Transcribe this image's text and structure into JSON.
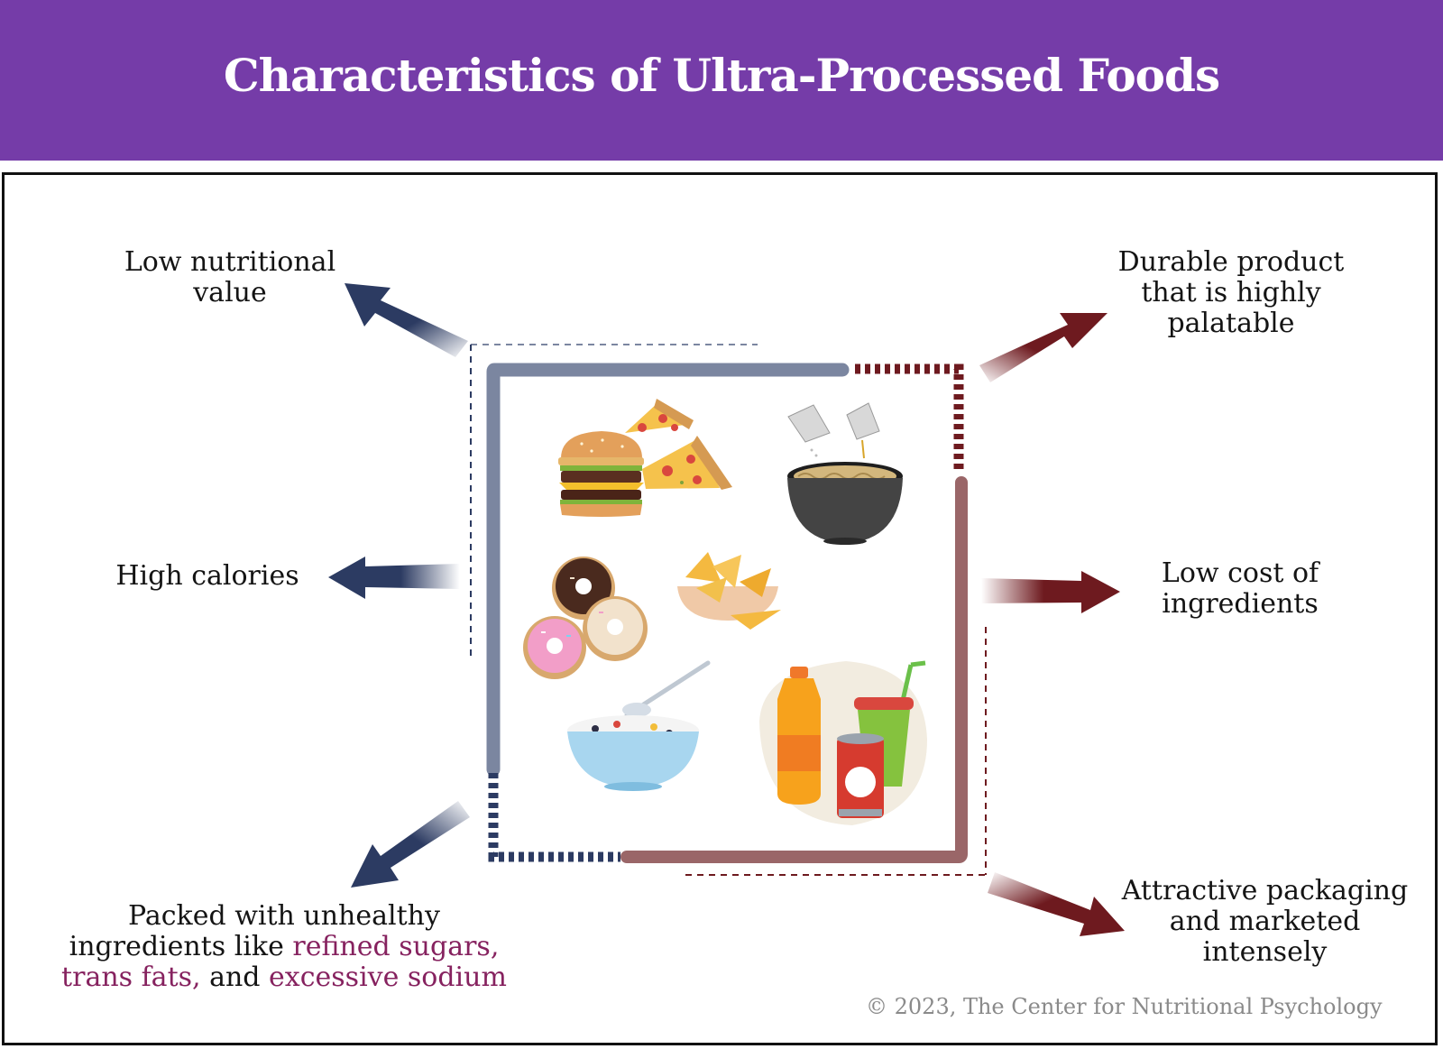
{
  "title": "Characteristics of  Ultra-Processed Foods",
  "left": {
    "top_label": [
      "Low nutritional",
      "value"
    ],
    "mid_label": "High calories",
    "bottom_label": {
      "line1": "Packed with unhealthy",
      "line2_prefix": "ingredients like ",
      "line2_highlight": "refined sugars,",
      "line3_highlight1": "trans fats,",
      "line3_mid": " and ",
      "line3_highlight2": "excessive sodium"
    }
  },
  "right": {
    "top_label": [
      "Durable product",
      "that is highly",
      "palatable"
    ],
    "mid_label": [
      "Low cost of",
      "ingredients"
    ],
    "bottom_label": [
      "Attractive packaging",
      "and marketed",
      "intensely"
    ]
  },
  "copyright": "© 2023, The Center for Nutritional Psychology",
  "colors": {
    "header": "#753ca8",
    "navy_arrow": "#2c3b62",
    "maroon_arrow": "#6e1a1f",
    "highlight": "#86225f",
    "slate_bracket": "#7b86a0",
    "rose_bracket": "#9a6668"
  },
  "icons": [
    "burger-icon",
    "pizza-icon",
    "instant-noodles-icon",
    "donuts-icon",
    "tortilla-chips-icon",
    "cereal-bowl-icon",
    "drinks-icon"
  ]
}
